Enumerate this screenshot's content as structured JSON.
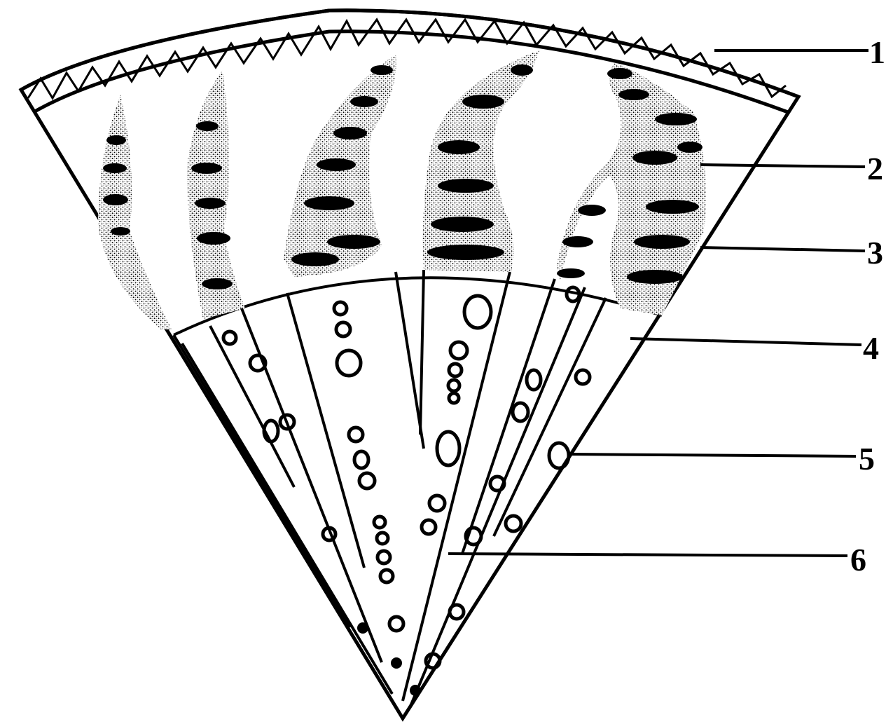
{
  "labels": [
    "1",
    "2",
    "3",
    "4",
    "5",
    "6"
  ],
  "colors": {
    "ink": "#000000",
    "paper": "#ffffff"
  }
}
